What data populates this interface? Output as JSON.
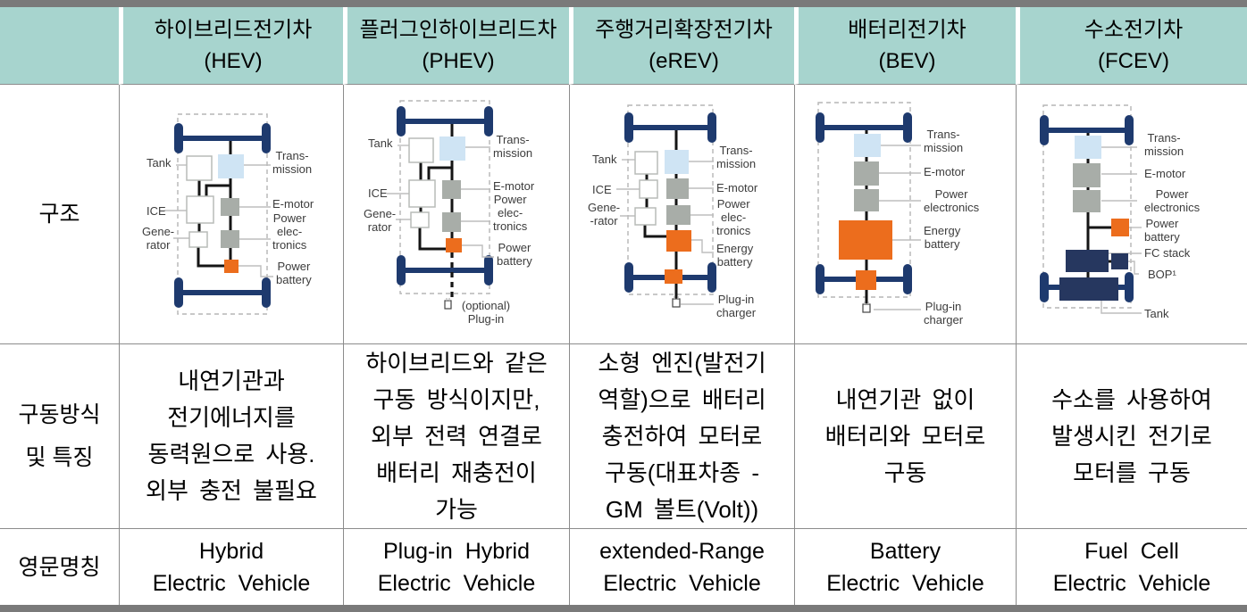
{
  "header": {
    "corner": "",
    "columns": [
      {
        "title": "하이브리드전기차",
        "abbr": "(HEV)"
      },
      {
        "title": "플러그인하이브리드차",
        "abbr": "(PHEV)"
      },
      {
        "title": "주행거리확장전기차",
        "abbr": "(eREV)"
      },
      {
        "title": "배터리전기차",
        "abbr": "(BEV)"
      },
      {
        "title": "수소전기차",
        "abbr": "(FCEV)"
      }
    ]
  },
  "row_labels": {
    "structure": "구조",
    "drive": "구동방식\n및 특징",
    "english": "영문명칭"
  },
  "drive_descriptions": [
    "내연기관과\n전기에너지를\n동력원으로 사용.\n외부 충전 불필요",
    "하이브리드와 같은\n구동 방식이지만,\n외부 전력 연결로\n배터리 재충전이\n가능",
    "소형 엔진(발전기\n역할)으로 배터리\n충전하여 모터로\n구동(대표차종 -\nGM 볼트(Volt))",
    "내연기관 없이\n배터리와 모터로\n구동",
    "수소를 사용하여\n발생시킨 전기로\n모터를 구동"
  ],
  "english_names": [
    "Hybrid\nElectric Vehicle",
    "Plug-in Hybrid\nElectric Vehicle",
    "extended-Range\nElectric Vehicle",
    "Battery\nElectric Vehicle",
    "Fuel Cell\nElectric Vehicle"
  ],
  "diagrams": {
    "hev": {
      "tank": "Tank",
      "ice": "ICE",
      "generator": "Gene-\nrator",
      "transmission": "Trans-\nmission",
      "emotor": "E-motor",
      "power_electronics": "Power\nelec-\ntronics",
      "power_battery": "Power\nbattery"
    },
    "phev": {
      "tank": "Tank",
      "ice": "ICE",
      "generator": "Gene-\nrator",
      "transmission": "Trans-\nmission",
      "emotor": "E-motor",
      "power_electronics": "Power\nelec-\ntronics",
      "power_battery": "Power\nbattery",
      "plug_optional": "(optional)\nPlug-in"
    },
    "erev": {
      "tank": "Tank",
      "ice": "ICE",
      "generator": "Gene-\n-rator",
      "transmission": "Trans-\nmission",
      "emotor": "E-motor",
      "power_electronics": "Power\nelec-\ntronics",
      "energy_battery": "Energy\nbattery",
      "plugin_charger": "Plug-in\ncharger"
    },
    "bev": {
      "transmission": "Trans-\nmission",
      "emotor": "E-motor",
      "power_electronics": "Power\nelectronics",
      "energy_battery": "Energy\nbattery",
      "plugin_charger": "Plug-in\ncharger"
    },
    "fcev": {
      "transmission": "Trans-\nmission",
      "emotor": "E-motor",
      "power_electronics": "Power\nelectronics",
      "power_battery": "Power\nbattery",
      "fc_stack": "FC stack",
      "bop": "BOP¹",
      "tank": "Tank"
    }
  },
  "colors": {
    "header_bg": "#a7d4ce",
    "bar_gray": "#7a7a7a",
    "border_gray": "#8c8c8c",
    "navy": "#1e3a6e",
    "dark_navy": "#26375f",
    "light_blue": "#cfe4f4",
    "box_gray": "#a8ada8",
    "orange": "#ec6d1d"
  }
}
